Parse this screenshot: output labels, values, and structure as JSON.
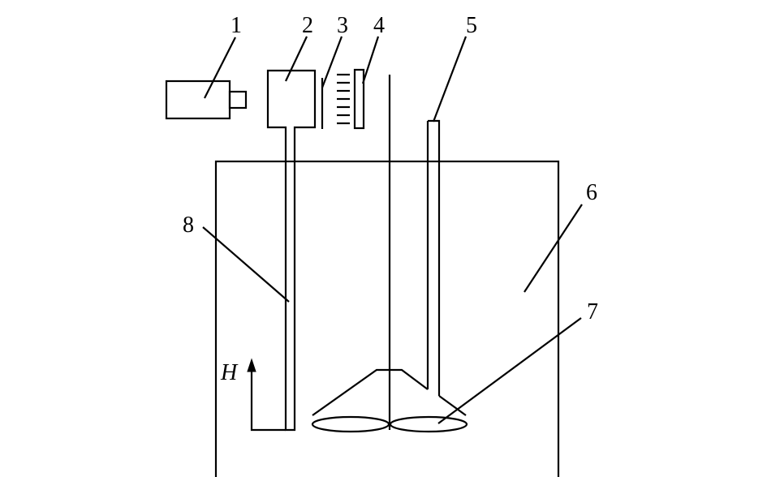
{
  "labels": {
    "1": "1",
    "2": "2",
    "3": "3",
    "4": "4",
    "5": "5",
    "6": "6",
    "7": "7",
    "8": "8",
    "height": "H"
  },
  "colors": {
    "line": "#000000",
    "background": "#ffffff"
  }
}
